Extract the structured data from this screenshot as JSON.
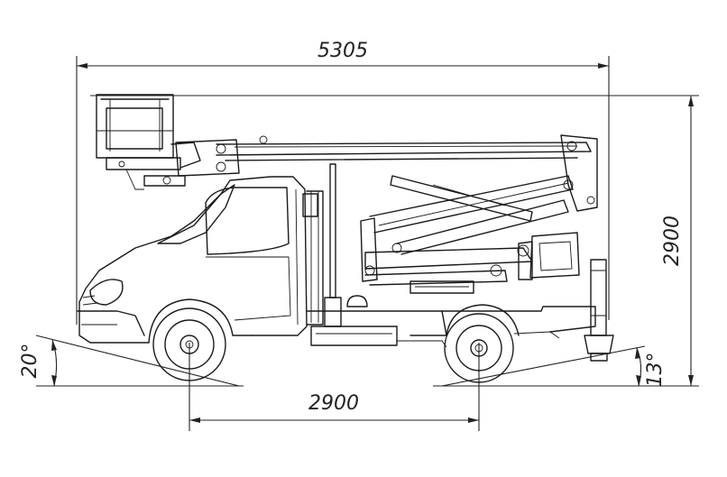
{
  "drawing": {
    "overall_length": "5305",
    "overall_height": "2900",
    "wheelbase": "2900",
    "approach_angle": "20°",
    "departure_angle": "13°"
  }
}
